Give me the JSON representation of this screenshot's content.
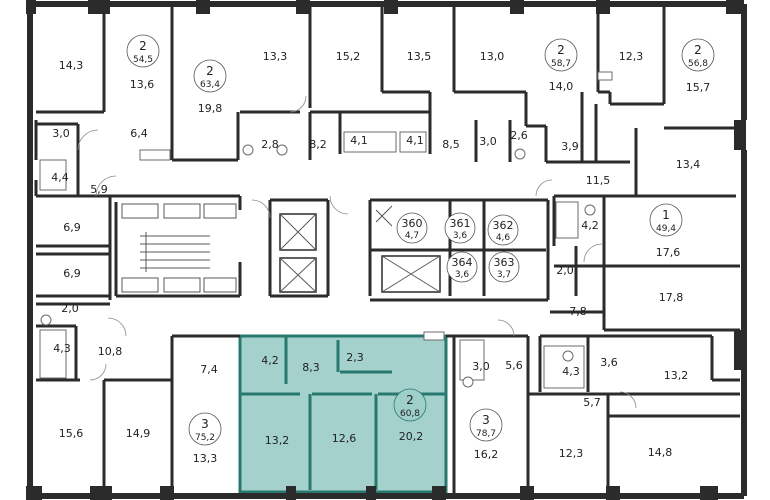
{
  "plan": {
    "rooms": [
      {
        "id": "r1",
        "label": "14,3"
      },
      {
        "id": "r2",
        "label": "13,6"
      },
      {
        "id": "r3",
        "label": "19,8"
      },
      {
        "id": "r4",
        "label": "13,3"
      },
      {
        "id": "r5",
        "label": "15,2"
      },
      {
        "id": "r6",
        "label": "13,5"
      },
      {
        "id": "r7",
        "label": "13,0"
      },
      {
        "id": "r8",
        "label": "14,0"
      },
      {
        "id": "r9",
        "label": "12,3"
      },
      {
        "id": "r10",
        "label": "15,7"
      },
      {
        "id": "r11",
        "label": "3,0"
      },
      {
        "id": "r12",
        "label": "6,4"
      },
      {
        "id": "r13",
        "label": "2,8"
      },
      {
        "id": "r14",
        "label": "8,2"
      },
      {
        "id": "r15",
        "label": "4,1"
      },
      {
        "id": "r16",
        "label": "4,1"
      },
      {
        "id": "r17",
        "label": "8,5"
      },
      {
        "id": "r18",
        "label": "3,0"
      },
      {
        "id": "r19",
        "label": "2,6"
      },
      {
        "id": "r20",
        "label": "3,9"
      },
      {
        "id": "r21",
        "label": "13,4"
      },
      {
        "id": "r22",
        "label": "4,4"
      },
      {
        "id": "r23",
        "label": "5,9"
      },
      {
        "id": "r24",
        "label": "11,5"
      },
      {
        "id": "r25",
        "label": "6,9"
      },
      {
        "id": "r26",
        "label": "4,2"
      },
      {
        "id": "r27",
        "label": "17,6"
      },
      {
        "id": "r28",
        "label": "6,9"
      },
      {
        "id": "r29",
        "label": "2,0"
      },
      {
        "id": "r30",
        "label": "17,8"
      },
      {
        "id": "r31",
        "label": "2,0"
      },
      {
        "id": "r32",
        "label": "7,8"
      },
      {
        "id": "r33",
        "label": "4,3"
      },
      {
        "id": "r34",
        "label": "10,8"
      },
      {
        "id": "r35",
        "label": "7,4"
      },
      {
        "id": "r36",
        "label": "4,2"
      },
      {
        "id": "r37",
        "label": "8,3"
      },
      {
        "id": "r38",
        "label": "2,3"
      },
      {
        "id": "r39",
        "label": "3,0"
      },
      {
        "id": "r40",
        "label": "5,6"
      },
      {
        "id": "r41",
        "label": "4,3"
      },
      {
        "id": "r42",
        "label": "3,6"
      },
      {
        "id": "r43",
        "label": "13,2"
      },
      {
        "id": "r44",
        "label": "5,7"
      },
      {
        "id": "r45",
        "label": "15,6"
      },
      {
        "id": "r46",
        "label": "14,9"
      },
      {
        "id": "r47",
        "label": "13,3"
      },
      {
        "id": "r48",
        "label": "13,2"
      },
      {
        "id": "r49",
        "label": "12,6"
      },
      {
        "id": "r50",
        "label": "20,2"
      },
      {
        "id": "r51",
        "label": "16,2"
      },
      {
        "id": "r52",
        "label": "12,3"
      },
      {
        "id": "r53",
        "label": "14,8"
      }
    ],
    "units": [
      {
        "id": "u1",
        "rooms": "2",
        "area": "54,5"
      },
      {
        "id": "u2",
        "rooms": "2",
        "area": "63,4"
      },
      {
        "id": "u3",
        "rooms": "2",
        "area": "58,7"
      },
      {
        "id": "u4",
        "rooms": "2",
        "area": "56,8"
      },
      {
        "id": "u5",
        "rooms": "1",
        "area": "49,4"
      },
      {
        "id": "u6",
        "rooms": "3",
        "area": "75,2"
      },
      {
        "id": "u7",
        "rooms": "2",
        "area": "60,8",
        "highlighted": true
      },
      {
        "id": "u8",
        "rooms": "3",
        "area": "78,7"
      }
    ],
    "storage": [
      {
        "id": "s360",
        "number": "360",
        "area": "4,7"
      },
      {
        "id": "s361",
        "number": "361",
        "area": "3,6"
      },
      {
        "id": "s362",
        "number": "362",
        "area": "4,6"
      },
      {
        "id": "s364",
        "number": "364",
        "area": "3,6"
      },
      {
        "id": "s363",
        "number": "363",
        "area": "3,7"
      }
    ],
    "colors": {
      "wall": "#2b2b2b",
      "highlight_fill": "#9fcfc9",
      "highlight_stroke": "#27786f",
      "background": "#ffffff"
    }
  }
}
